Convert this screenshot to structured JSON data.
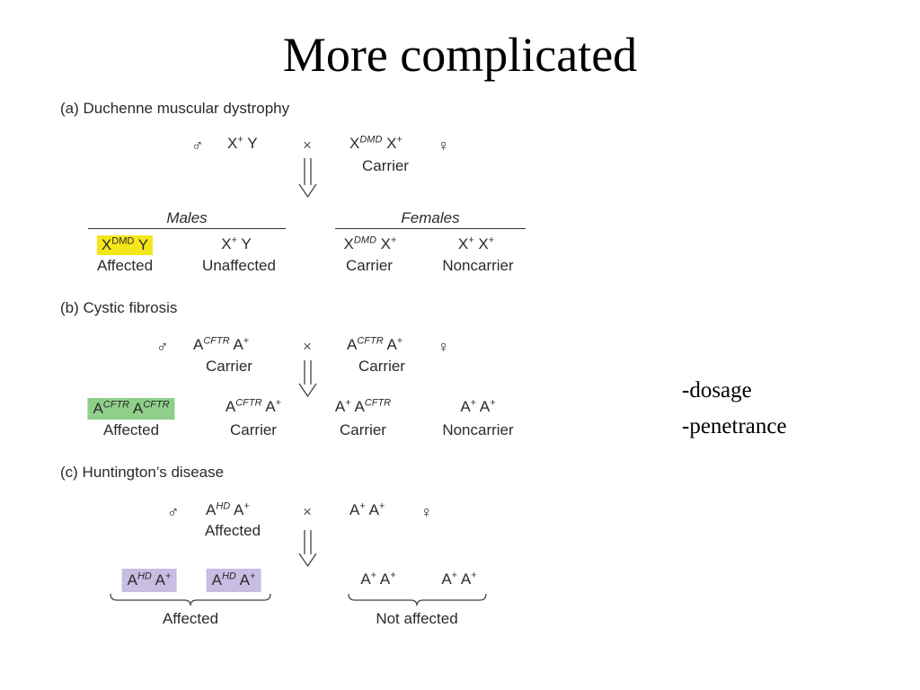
{
  "slide": {
    "title": "More complicated",
    "notes": [
      "-dosage",
      "-penetrance"
    ]
  },
  "symbols": {
    "male": "♂",
    "female": "♀",
    "times": "×"
  },
  "panel_a": {
    "heading": "(a) Duchenne muscular dystrophy",
    "parent1": "X⁺ Y",
    "parent2": "X^DMD X⁺",
    "parent2_label": "Carrier",
    "males_header": "Males",
    "females_header": "Females",
    "offspring": [
      {
        "genotype": "X^DMD Y",
        "label": "Affected",
        "highlight": "#f5e61a"
      },
      {
        "genotype": "X⁺ Y",
        "label": "Unaffected"
      },
      {
        "genotype": "X^DMD X⁺",
        "label": "Carrier"
      },
      {
        "genotype": "X⁺ X⁺",
        "label": "Noncarrier"
      }
    ]
  },
  "panel_b": {
    "heading": "(b) Cystic fibrosis",
    "parent1": "A^CFTR A⁺",
    "parent1_label": "Carrier",
    "parent2": "A^CFTR A⁺",
    "parent2_label": "Carrier",
    "offspring": [
      {
        "genotype": "A^CFTR A^CFTR",
        "label": "Affected",
        "highlight": "#8fcf8a"
      },
      {
        "genotype": "A^CFTR A⁺",
        "label": "Carrier"
      },
      {
        "genotype": "A⁺ A^CFTR",
        "label": "Carrier"
      },
      {
        "genotype": "A⁺ A⁺",
        "label": "Noncarrier"
      }
    ]
  },
  "panel_c": {
    "heading": "(c) Huntington’s disease",
    "parent1": "A^HD A⁺",
    "parent1_label": "Affected",
    "parent2": "A⁺ A⁺",
    "offspring": [
      {
        "genotype": "A^HD A⁺",
        "highlight": "#c9bde3"
      },
      {
        "genotype": "A^HD A⁺",
        "highlight": "#c9bde3"
      },
      {
        "genotype": "A⁺ A⁺"
      },
      {
        "genotype": "A⁺ A⁺"
      }
    ],
    "group_left": "Affected",
    "group_right": "Not affected"
  }
}
